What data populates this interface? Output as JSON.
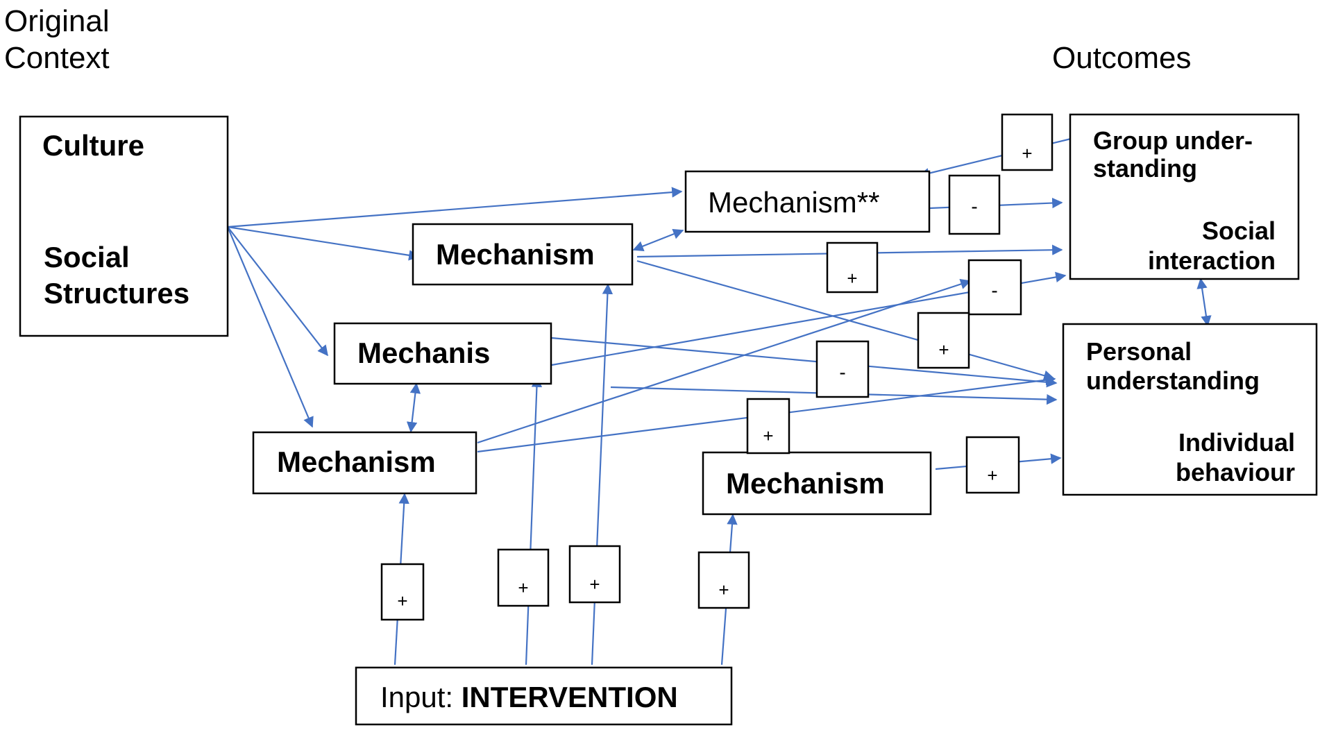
{
  "headings": {
    "context_line1": "Original",
    "context_line2": "Context",
    "outcomes": "Outcomes"
  },
  "nodes": {
    "context_culture": "Culture",
    "context_social_line1": "Social",
    "context_social_line2": "Structures",
    "mechanism_star": "Mechanism**",
    "mechanism_a": "Mechanism",
    "mechanism_b": "Mechanis",
    "mechanism_c": "Mechanism",
    "mechanism_d": "Mechanism",
    "input_prefix": "Input: ",
    "input_main": "INTERVENTION",
    "outcome_group_line1": "Group under-",
    "outcome_group_line2": "standing",
    "outcome_social_line1": "Social",
    "outcome_social_line2": "interaction",
    "outcome_personal_line1": "Personal",
    "outcome_personal_line2": "understanding",
    "outcome_individual_line1": "Individual",
    "outcome_individual_line2": "behaviour"
  },
  "signs": {
    "s1": "+",
    "s2": "-",
    "s3": "+",
    "s4": "-",
    "s5": "+",
    "s6": "-",
    "s7": "+",
    "s8": "+",
    "s9": "+",
    "s10": "+",
    "s11": "+",
    "s12": "+"
  },
  "colors": {
    "arrow": "#4472C4",
    "box_border": "#000000",
    "text": "#000000",
    "background": "#ffffff"
  }
}
